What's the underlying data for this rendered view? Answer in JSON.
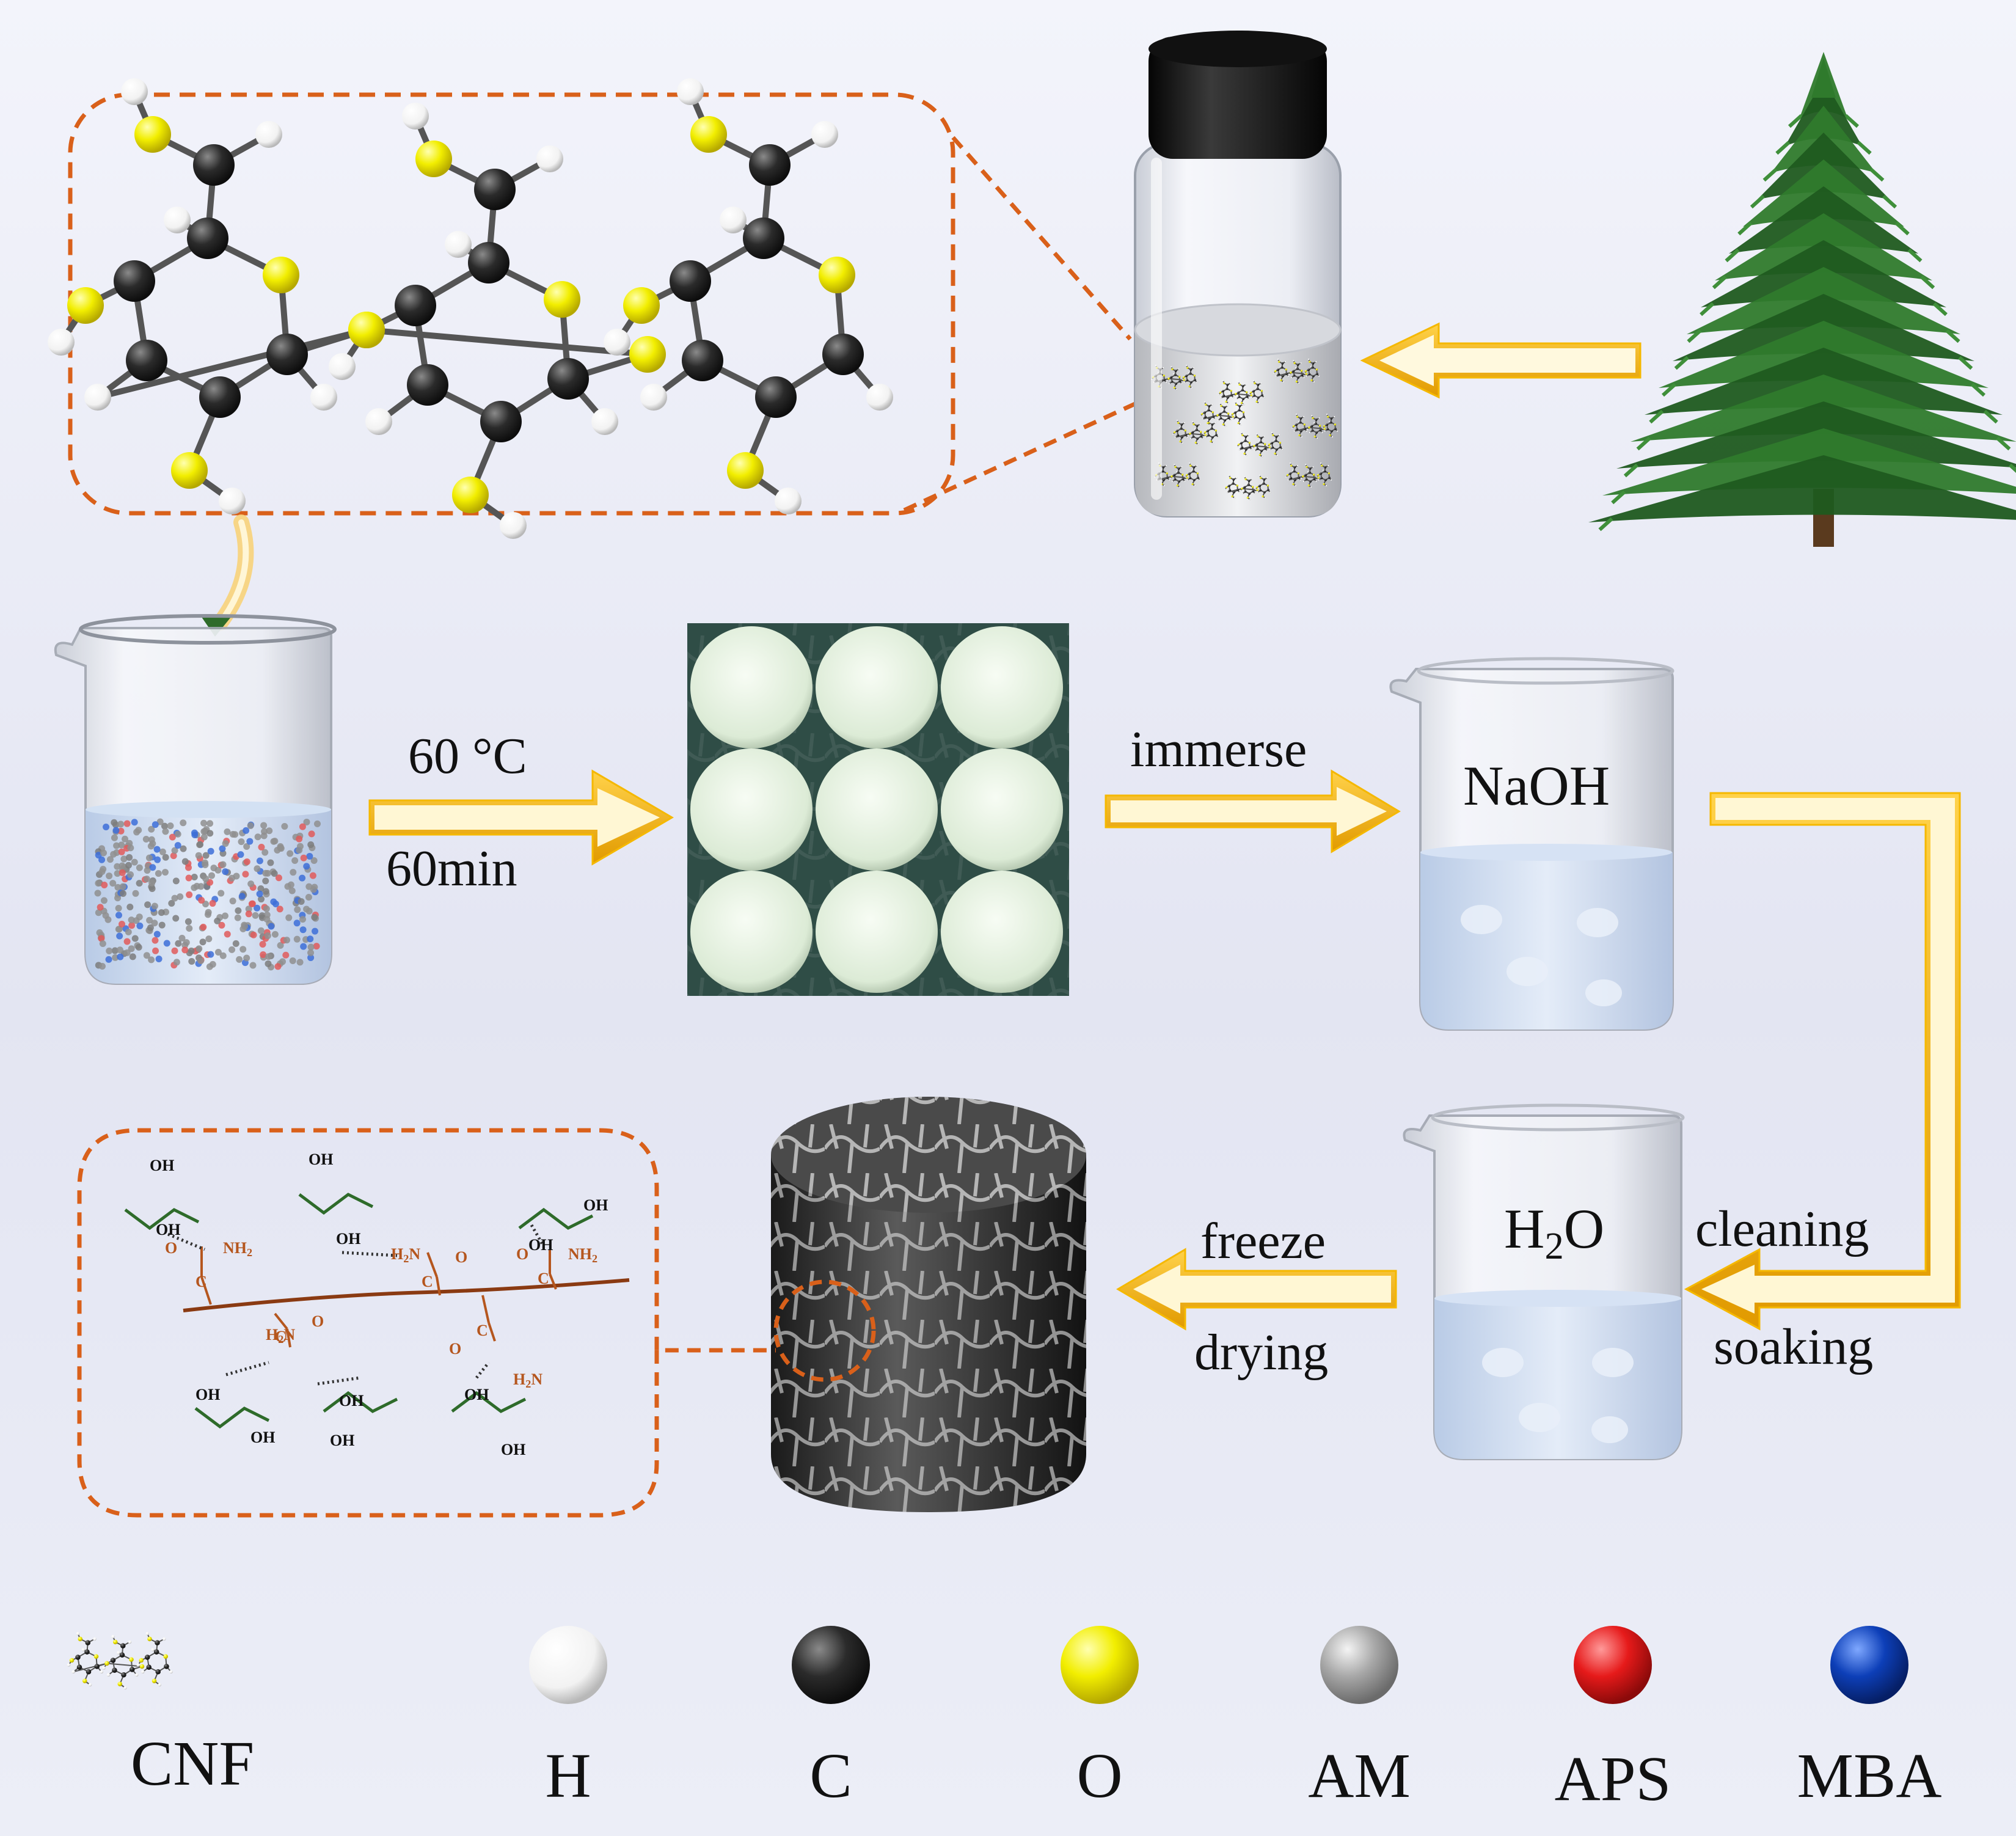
{
  "steps": {
    "temperature": "60 °C",
    "time": "60min",
    "immerse": "immerse",
    "cleaning": "cleaning",
    "soaking": "soaking",
    "freeze": "freeze",
    "drying": "drying"
  },
  "beakers": {
    "naoh": "NaOH",
    "water_main": "H",
    "water_sub": "2",
    "water_tail": "O"
  },
  "chem": {
    "oh": "OH",
    "o": "O",
    "c": "C",
    "nh2_main": "NH",
    "nh2_sub": "2",
    "h2n_h": "H",
    "h2n_sub": "2",
    "h2n_n": "N"
  },
  "legend": [
    {
      "label": "CNF",
      "color": ""
    },
    {
      "label": "H",
      "color": "#ffffff"
    },
    {
      "label": "C",
      "color": "#2b2b2b"
    },
    {
      "label": "O",
      "color": "#f2ee00"
    },
    {
      "label": "AM",
      "color": "#a8a8a8"
    },
    {
      "label": "APS",
      "color": "#e61a1a"
    },
    {
      "label": "MBA",
      "color": "#0d3fb8"
    }
  ],
  "colors": {
    "arrow_fill": "#f5b800",
    "dashed_border": "#d9601a",
    "carbon": "#2b2b2b",
    "oxygen": "#f2ee00",
    "hydrogen": "#ffffff",
    "amide": "#b5561e",
    "cellulose_chain": "#2e6b2a"
  }
}
